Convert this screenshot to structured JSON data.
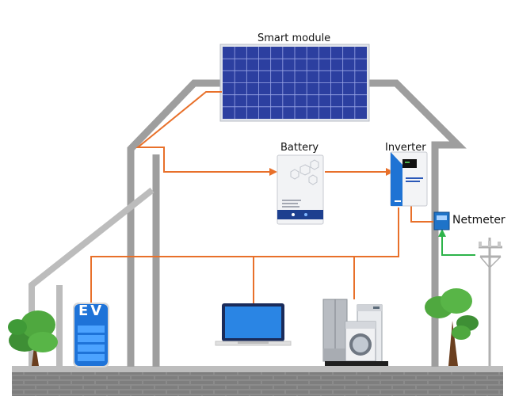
{
  "labels": {
    "smart_module": "Smart module",
    "battery": "Battery",
    "inverter": "Inverter",
    "netmeter": "Netmeter",
    "ev": "EV"
  },
  "colors": {
    "house_outline": "#9e9e9e",
    "power_line": "#e8702a",
    "grid_line": "#2db34a",
    "solar_blue": "#2c3fa0",
    "ground": "#6d6d6d"
  }
}
